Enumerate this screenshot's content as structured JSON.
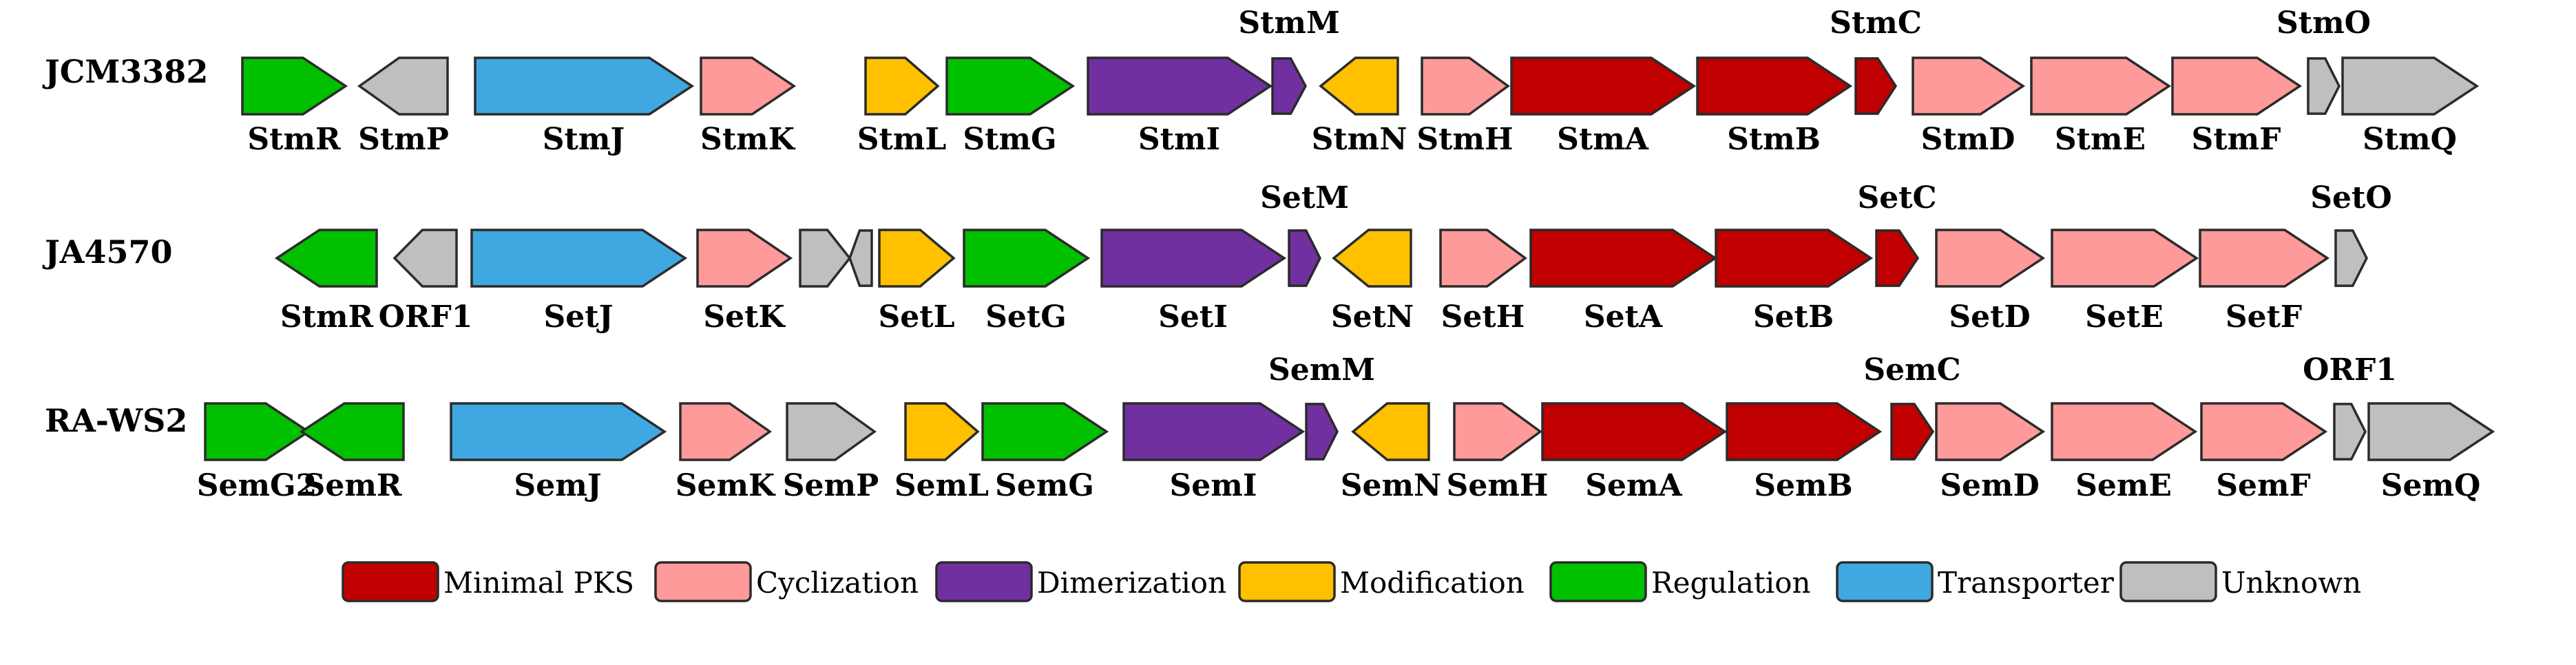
{
  "colors": {
    "minimal_pks": "#c00000",
    "cyclization": "#ff9a9a",
    "dimerization": "#7030a0",
    "modification": "#ffc000",
    "regulation": "#00c000",
    "transporter": "#40a8e0",
    "unknown": "#bfbfbf"
  },
  "clusters": [
    {
      "name": "JCM3382",
      "genes": [
        {
          "label": "StmR",
          "category": "regulation",
          "direction": "right"
        },
        {
          "label": "StmP",
          "category": "unknown",
          "direction": "left"
        },
        {
          "label": "StmJ",
          "category": "transporter",
          "direction": "right"
        },
        {
          "label": "StmK",
          "category": "cyclization",
          "direction": "right"
        },
        {
          "label": "StmL",
          "category": "modification",
          "direction": "right"
        },
        {
          "label": "StmG",
          "category": "regulation",
          "direction": "right"
        },
        {
          "label": "StmI",
          "category": "dimerization",
          "direction": "right"
        },
        {
          "label": "StmM",
          "category": "dimerization",
          "direction": "right"
        },
        {
          "label": "StmN",
          "category": "modification",
          "direction": "left"
        },
        {
          "label": "StmH",
          "category": "cyclization",
          "direction": "right"
        },
        {
          "label": "StmA",
          "category": "minimal_pks",
          "direction": "right"
        },
        {
          "label": "StmB",
          "category": "minimal_pks",
          "direction": "right"
        },
        {
          "label": "StmC",
          "category": "minimal_pks",
          "direction": "right"
        },
        {
          "label": "StmD",
          "category": "cyclization",
          "direction": "right"
        },
        {
          "label": "StmE",
          "category": "cyclization",
          "direction": "right"
        },
        {
          "label": "StmF",
          "category": "cyclization",
          "direction": "right"
        },
        {
          "label": "StmO",
          "category": "unknown",
          "direction": "right"
        },
        {
          "label": "StmQ",
          "category": "unknown",
          "direction": "right"
        }
      ]
    },
    {
      "name": "JA4570",
      "genes": [
        {
          "label": "StmR",
          "category": "regulation",
          "direction": "left"
        },
        {
          "label": "ORF1",
          "category": "unknown",
          "direction": "left"
        },
        {
          "label": "SetJ",
          "category": "transporter",
          "direction": "right"
        },
        {
          "label": "SetK",
          "category": "cyclization",
          "direction": "right"
        },
        {
          "label": "",
          "category": "unknown",
          "direction": "right"
        },
        {
          "label": "",
          "category": "unknown",
          "direction": "left"
        },
        {
          "label": "SetL",
          "category": "modification",
          "direction": "right"
        },
        {
          "label": "SetG",
          "category": "regulation",
          "direction": "right"
        },
        {
          "label": "SetI",
          "category": "dimerization",
          "direction": "right"
        },
        {
          "label": "SetM",
          "category": "dimerization",
          "direction": "right"
        },
        {
          "label": "SetN",
          "category": "modification",
          "direction": "left"
        },
        {
          "label": "SetH",
          "category": "cyclization",
          "direction": "right"
        },
        {
          "label": "SetA",
          "category": "minimal_pks",
          "direction": "right"
        },
        {
          "label": "SetB",
          "category": "minimal_pks",
          "direction": "right"
        },
        {
          "label": "SetC",
          "category": "minimal_pks",
          "direction": "right"
        },
        {
          "label": "SetD",
          "category": "cyclization",
          "direction": "right"
        },
        {
          "label": "SetE",
          "category": "cyclization",
          "direction": "right"
        },
        {
          "label": "SetF",
          "category": "cyclization",
          "direction": "right"
        },
        {
          "label": "SetO",
          "category": "unknown",
          "direction": "right"
        }
      ]
    },
    {
      "name": "RA-WS2",
      "genes": [
        {
          "label": "SemG2",
          "category": "regulation",
          "direction": "right"
        },
        {
          "label": "SemR",
          "category": "regulation",
          "direction": "left"
        },
        {
          "label": "SemJ",
          "category": "transporter",
          "direction": "right"
        },
        {
          "label": "SemK",
          "category": "cyclization",
          "direction": "right"
        },
        {
          "label": "SemP",
          "category": "unknown",
          "direction": "right"
        },
        {
          "label": "SemL",
          "category": "modification",
          "direction": "right"
        },
        {
          "label": "SemG",
          "category": "regulation",
          "direction": "right"
        },
        {
          "label": "SemI",
          "category": "dimerization",
          "direction": "right"
        },
        {
          "label": "SemM",
          "category": "dimerization",
          "direction": "right"
        },
        {
          "label": "SemN",
          "category": "modification",
          "direction": "left"
        },
        {
          "label": "SemH",
          "category": "cyclization",
          "direction": "right"
        },
        {
          "label": "SemA",
          "category": "minimal_pks",
          "direction": "right"
        },
        {
          "label": "SemB",
          "category": "minimal_pks",
          "direction": "right"
        },
        {
          "label": "SemC",
          "category": "minimal_pks",
          "direction": "right"
        },
        {
          "label": "SemD",
          "category": "cyclization",
          "direction": "right"
        },
        {
          "label": "SemE",
          "category": "cyclization",
          "direction": "right"
        },
        {
          "label": "SemF",
          "category": "cyclization",
          "direction": "right"
        },
        {
          "label": "ORF1",
          "category": "unknown",
          "direction": "right"
        },
        {
          "label": "SemQ",
          "category": "unknown",
          "direction": "right"
        }
      ]
    }
  ],
  "legend": [
    {
      "label": "Minimal PKS",
      "category": "minimal_pks"
    },
    {
      "label": "Cyclization",
      "category": "cyclization"
    },
    {
      "label": "Dimerization",
      "category": "dimerization"
    },
    {
      "label": "Modification",
      "category": "modification"
    },
    {
      "label": "Regulation",
      "category": "regulation"
    },
    {
      "label": "Transporter",
      "category": "transporter"
    },
    {
      "label": "Unknown",
      "category": "unknown"
    }
  ]
}
